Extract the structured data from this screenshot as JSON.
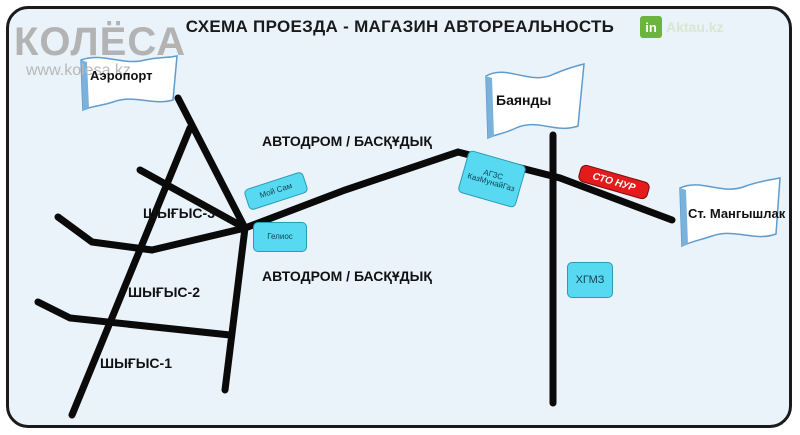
{
  "title": "СХЕМА ПРОЕЗДА - МАГАЗИН АВТОРЕАЛЬНОСТЬ",
  "logo": {
    "name": "КОЛЁСА",
    "url": "www.kolesa.kz"
  },
  "watermark": {
    "badge": "in",
    "text": "Aktau.kz"
  },
  "roads": {
    "upper": "АВТОДРОМ / БАСҚҰДЫҚ",
    "lower": "АВТОДРОМ / БАСҚҰДЫҚ"
  },
  "districts": {
    "d3": "ШЫҒЫС-3",
    "d2": "ШЫҒЫС-2",
    "d1": "ШЫҒЫС-1"
  },
  "places": {
    "airport": "Аэропорт",
    "bayandy": "Баянды",
    "mangyshlak": "Ст. Мангышлак"
  },
  "tags": {
    "moy_sam": "Мой Сам",
    "gelios": "Гелиос",
    "agzs_line1": "АГЗС",
    "agzs_line2": "КазМунайГаз",
    "sto": "СТО НУР",
    "khgmz": "ХГМЗ"
  },
  "colors": {
    "road": "#0a0a0a",
    "flag_fill": "#ffffff",
    "flag_shade": "#7ab2dc",
    "tag_cyan": "#57d9f2",
    "tag_red": "#e31b1b",
    "background": "#eaf2fa"
  },
  "icons": [
    "flag-icon"
  ]
}
